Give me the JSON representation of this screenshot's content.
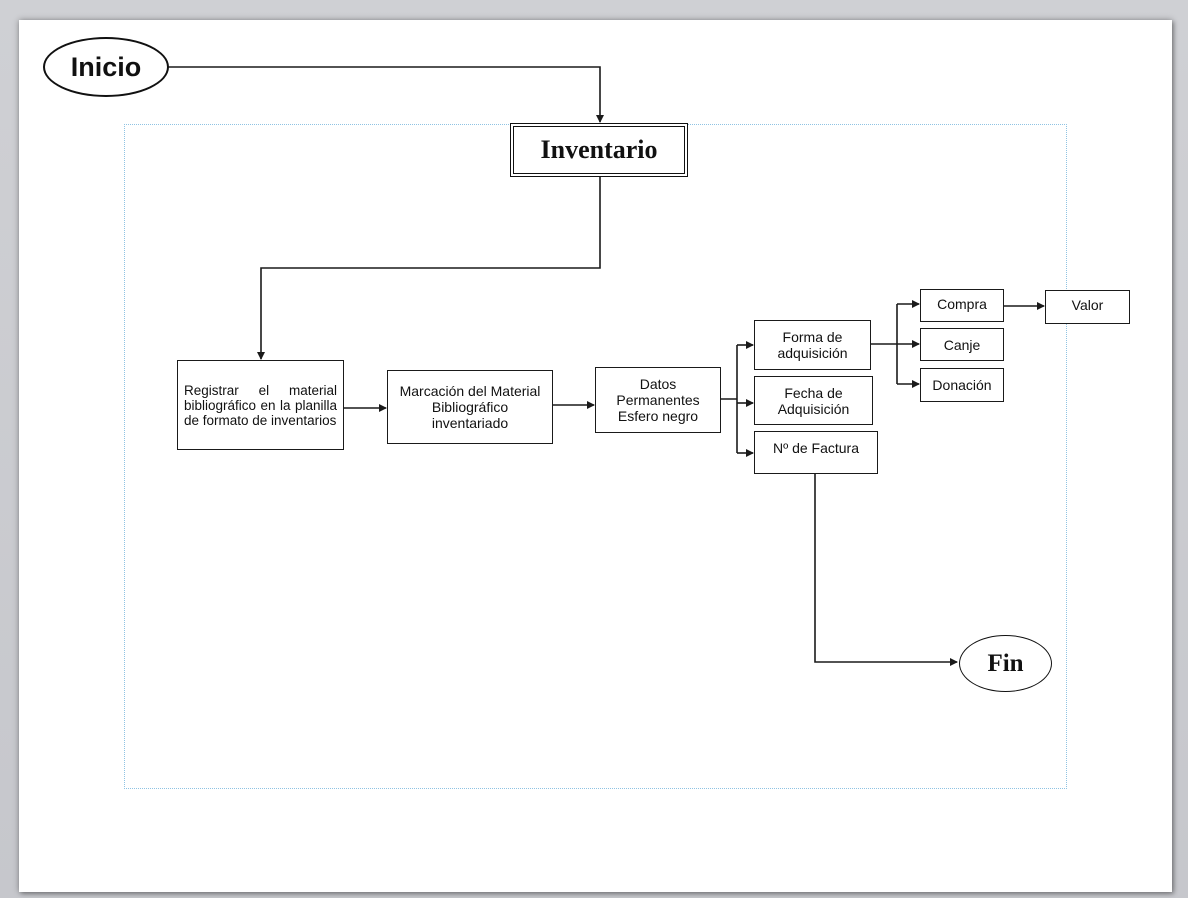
{
  "diagram": {
    "start": {
      "label": "Inicio"
    },
    "process": {
      "label": "Inventario"
    },
    "steps": {
      "registrar": {
        "label": "Registrar el material bibliográfico en la planilla de formato de inventarios"
      },
      "marcacion": {
        "label": "Marcación del Material Bibliográfico inventariado"
      },
      "datos": {
        "label": "Datos Permanentes Esfero negro"
      }
    },
    "branches": {
      "forma": {
        "label": "Forma de adquisición"
      },
      "fecha": {
        "label": "Fecha de Adquisición"
      },
      "factura": {
        "label": "Nº de Factura"
      }
    },
    "forma_options": {
      "compra": {
        "label": "Compra"
      },
      "canje": {
        "label": "Canje"
      },
      "donacion": {
        "label": "Donación"
      }
    },
    "valor": {
      "label": "Valor"
    },
    "end": {
      "label": "Fin"
    },
    "colors": {
      "line": "#1a1a1a",
      "frame": "#8fc3e3",
      "background": "#c8c9ce",
      "page": "#ffffff"
    }
  }
}
